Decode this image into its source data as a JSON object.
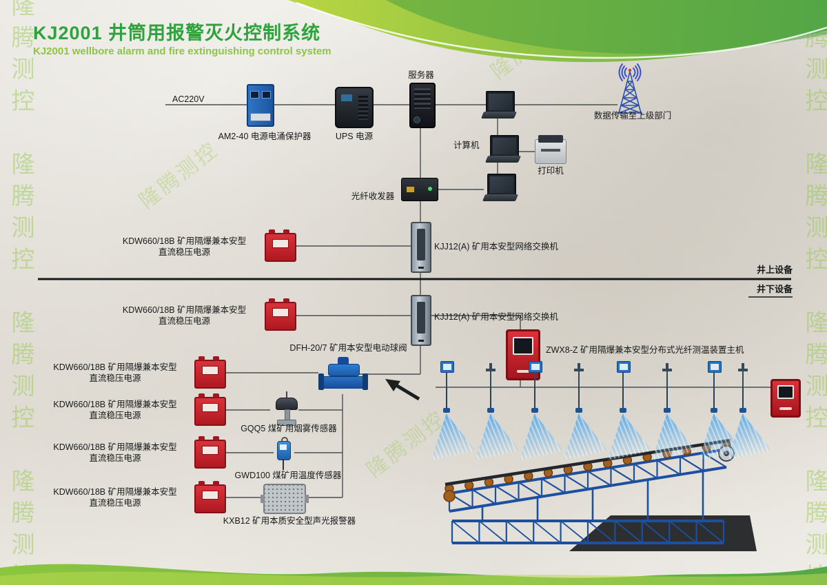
{
  "header": {
    "title": "KJ2001 井筒用报警灭火控制系统",
    "subtitle": "KJ2001 wellbore alarm and fire extinguishing control system"
  },
  "watermark": "隆腾测控",
  "sections": {
    "above": "井上设备",
    "below": "井下设备"
  },
  "labels": {
    "ac220v": "AC220V",
    "surge": "AM2-40 电源电涌保护器",
    "ups": "UPS 电源",
    "server": "服务器",
    "computer": "计算机",
    "printer": "打印机",
    "tower": "数据传输至上级部门",
    "fiber": "光纤收发器",
    "kdw_line1": "KDW660/18B 矿用隔爆兼本安型",
    "kdw_line2": "直流稳压电源",
    "kjj": "KJJ12(A) 矿用本安型网络交换机",
    "valve": "DFH-20/7 矿用本安型电动球阀",
    "zwx8": "ZWX8-Z 矿用隔爆兼本安型分布式光纤测温装置主机",
    "gqq5": "GQQ5 煤矿用烟雾传感器",
    "gwd100": "GWD100 煤矿用温度传感器",
    "kxb12": "KXB12 矿用本质安全型声光报警器"
  },
  "sprinklers": {
    "xs": [
      648,
      712,
      776,
      840,
      904,
      968,
      1036,
      1078
    ]
  },
  "colors": {
    "accent_green": "#2fa33b",
    "device_red": "#c8242b",
    "device_blue": "#1a6fbd"
  }
}
